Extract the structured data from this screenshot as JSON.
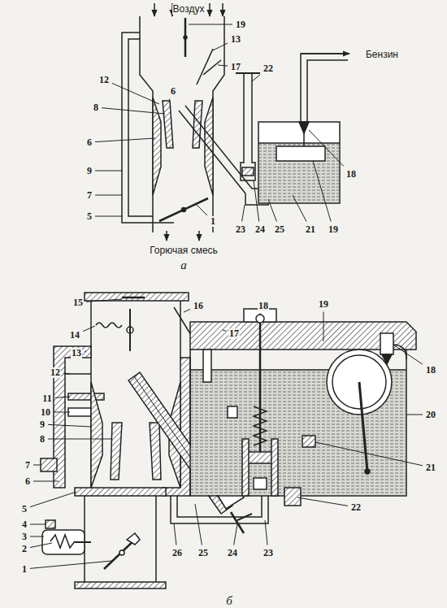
{
  "diagram": {
    "labels": [
      "Воздух",
      "19",
      "13",
      "17",
      "22",
      "Бензин",
      "12",
      "8",
      "6",
      "9",
      "7",
      "5",
      "6",
      "1",
      "Горючая смесь",
      "23",
      "24",
      "25",
      "21",
      "19",
      "18",
      "а",
      "15",
      "14",
      "13",
      "12",
      "11",
      "10",
      "9",
      "8",
      "7",
      "6",
      "5",
      "4",
      "3",
      "2",
      "1",
      "16",
      "17",
      "18",
      "19",
      "18",
      "20",
      "21",
      "22",
      "23",
      "24",
      "25",
      "26",
      "б"
    ]
  }
}
